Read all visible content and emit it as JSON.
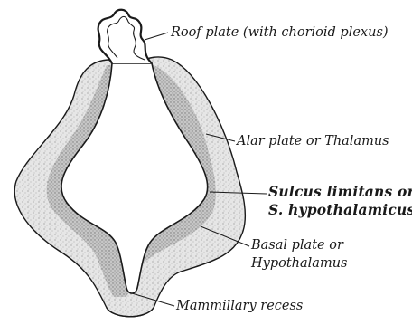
{
  "labels": {
    "roof_plate": "Roof plate (with chorioid plexus)",
    "alar_plate": "Alar plate or Thalamus",
    "sulcus_line1": "Sulcus limitans or",
    "sulcus_line2": "S. hypothalamicus",
    "basal_line1": "Basal plate or",
    "basal_line2": "Hypothalamus",
    "mammillary": "Mammillary recess"
  },
  "colors": {
    "ink": "#1a1a1a",
    "wall_fill": "#e4e4e4",
    "ependyma": "#2a2a2a",
    "background": "#ffffff"
  }
}
